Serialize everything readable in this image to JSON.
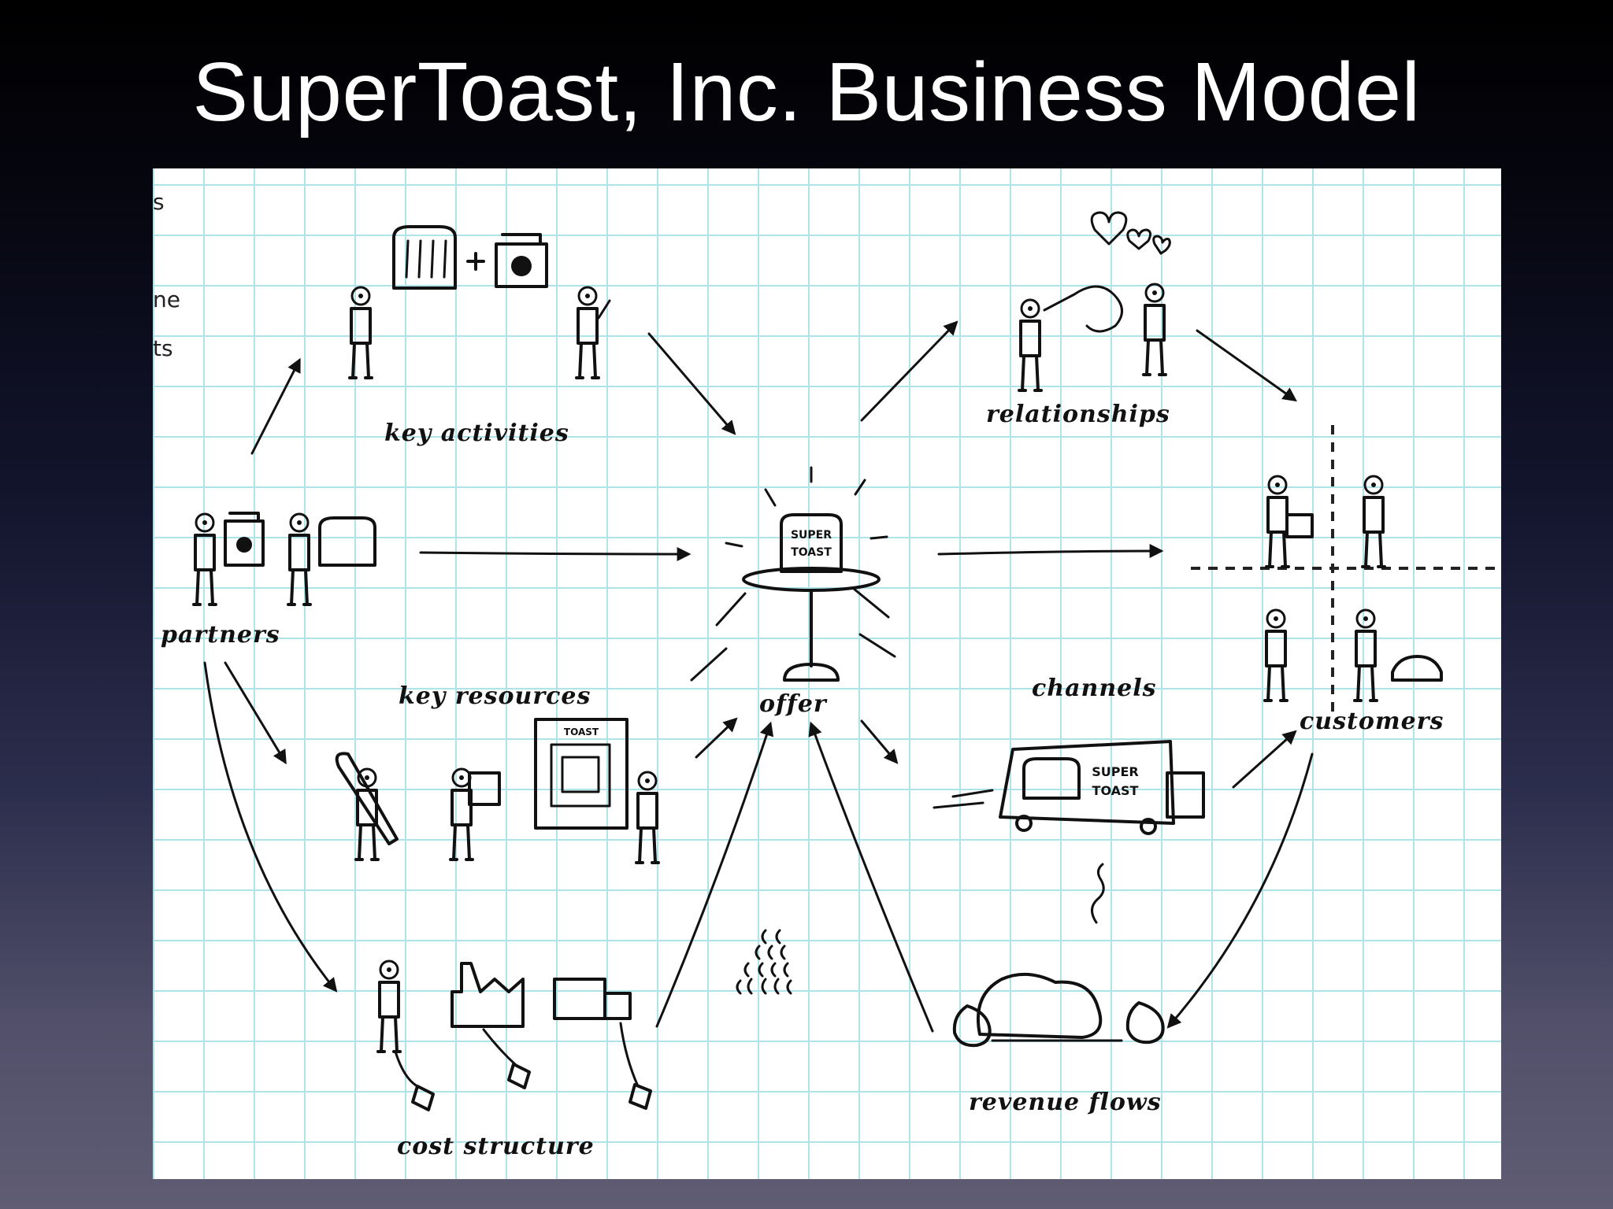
{
  "slide": {
    "title": "SuperToast, Inc. Business Model"
  },
  "sketch": {
    "edge_fragments": [
      "s",
      "ne",
      "ts"
    ],
    "labels": {
      "key_activities": "key activities",
      "relationships": "relationships",
      "partners": "partners",
      "offer": "offer",
      "customers": "customers",
      "key_resources": "key resources",
      "channels": "channels",
      "cost_structure": "cost structure",
      "revenue_flows": "revenue flows"
    },
    "product_text": {
      "offer_line1": "SUPER",
      "offer_line2": "TOAST",
      "resource_board": "TOAST",
      "truck_line1": "SUPER",
      "truck_line2": "TOAST"
    }
  }
}
